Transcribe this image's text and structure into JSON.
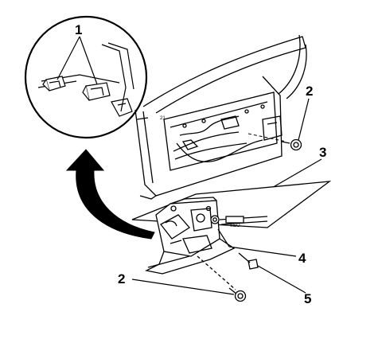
{
  "figure": {
    "callouts": {
      "c1": "1",
      "c2_top": "2",
      "c3": "3",
      "c4": "4",
      "c5": "5",
      "c2_bottom": "2"
    },
    "part_labels": {
      "door_stamp": "21",
      "module_tag": "SEO"
    },
    "icons": [
      "curved-arrow-icon",
      "magnifier-circle-icon",
      "bolt-icon"
    ],
    "colors": {
      "line": "#000000",
      "background": "#ffffff"
    }
  }
}
